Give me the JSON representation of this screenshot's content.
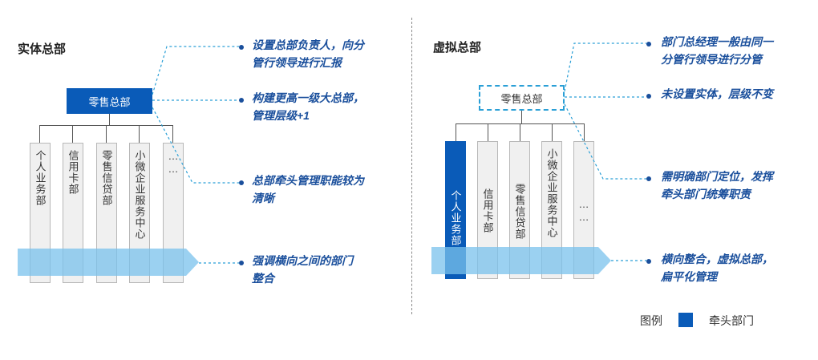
{
  "left": {
    "title": "实体总部",
    "hq_label": "零售总部",
    "columns": [
      "个人业务部",
      "信用卡部",
      "零售信贷部",
      "小微企业服务中心",
      "……"
    ],
    "notes": [
      [
        "设置总部负责人，向分",
        "管行领导进行汇报"
      ],
      [
        "构建更高一级大总部，",
        "管理层级+1"
      ],
      [
        "总部牵头管理职能较为",
        "清晰"
      ],
      [
        "强调横向之间的部门",
        "整合"
      ]
    ]
  },
  "right": {
    "title": "虚拟总部",
    "hq_label": "零售总部",
    "columns": [
      "个人业务部",
      "信用卡部",
      "零售信贷部",
      "小微企业服务中心",
      "……"
    ],
    "notes": [
      [
        "部门总经理一般由同一",
        "分管行领导进行分管"
      ],
      [
        "未设置实体，层级不变"
      ],
      [
        "需明确部门定位，发挥",
        "牵头部门统筹职责"
      ],
      [
        "横向整合，虚拟总部，",
        "扁平化管理"
      ]
    ]
  },
  "legend": {
    "label": "图例",
    "item": "牵头部门"
  },
  "colors": {
    "lead_blue": "#0a5bb8",
    "band_blue": "#7ac1ec",
    "note_text": "#1a4f9c",
    "connector": "#2a9fd6"
  }
}
